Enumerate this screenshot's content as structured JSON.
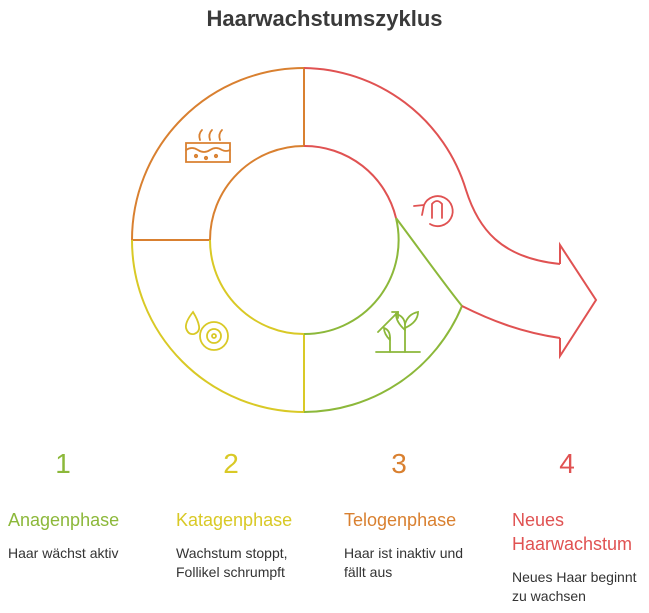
{
  "title": "Haarwachstumszyklus",
  "colors": {
    "phase1": "#8cb83a",
    "phase2": "#d9c926",
    "phase3": "#d98030",
    "phase4": "#e05252"
  },
  "phases": [
    {
      "number": "1",
      "name": "Anagenphase",
      "description": "Haar wächst aktiv",
      "icon": "sprout-icon"
    },
    {
      "number": "2",
      "name": "Katagenphase",
      "description": "Wachstum stoppt, Follikel schrumpft",
      "icon": "drop-follicle-icon"
    },
    {
      "number": "3",
      "name": "Telogenphase",
      "description": "Haar ist inaktiv und fällt aus",
      "icon": "scalp-hair-icon"
    },
    {
      "number": "4",
      "name": "Neues Haarwachstum",
      "description": "Neues Haar beginnt zu wachsen",
      "icon": "cycle-arrow-icon"
    }
  ]
}
